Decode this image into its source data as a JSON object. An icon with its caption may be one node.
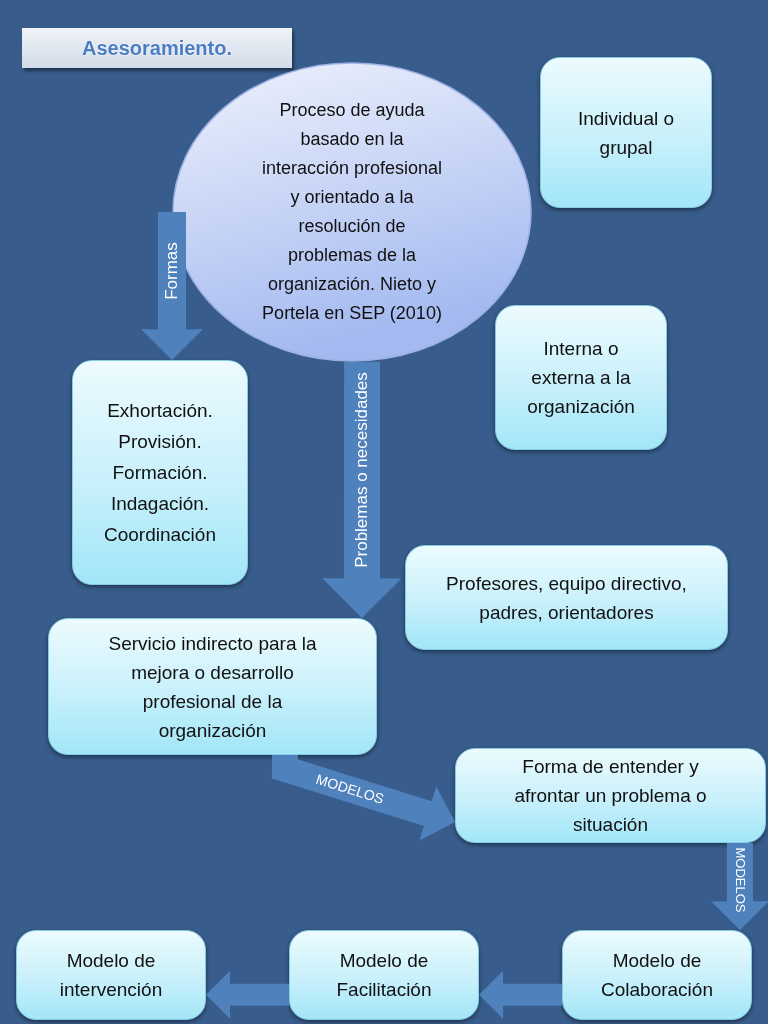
{
  "diagram": {
    "title": "Asesoramiento.",
    "nodes": [
      {
        "text": [
          "Proceso de ayuda basado en la interacción profesional y orientado a la resolución de problemas de la organización. Nieto y Portela en SEP (2010)"
        ]
      },
      {
        "text": [
          "Individual o grupal"
        ]
      },
      {
        "text": [
          "Interna o externa a la organización"
        ]
      },
      {
        "text": [
          "Exhortación.",
          "Provisión.",
          "Formación.",
          "Indagación.",
          "Coordinación"
        ]
      },
      {
        "text": [
          "Profesores, equipo directivo, padres, orientadores"
        ]
      },
      {
        "text": [
          "Servicio indirecto para la mejora o desarrollo profesional de la organización"
        ]
      },
      {
        "text": [
          "Forma de entender y afrontar un problema o situación"
        ]
      },
      {
        "text": [
          "Modelo de intervención"
        ]
      },
      {
        "text": [
          "Modelo de Facilitación"
        ]
      },
      {
        "text": [
          "Modelo de Colaboración"
        ]
      }
    ],
    "edges": [
      {
        "from": 0,
        "to": 3,
        "arrow": "to",
        "label": "Formas"
      },
      {
        "from": 0,
        "to": 5,
        "arrow": "to",
        "label": "Problemas o necesidades"
      },
      {
        "from": 5,
        "to": 6,
        "arrow": "to",
        "label": "MODELOS"
      },
      {
        "from": 6,
        "to": 9,
        "arrow": "to",
        "label": "MODELOS"
      },
      {
        "from": 9,
        "to": 8,
        "arrow": "to"
      },
      {
        "from": 8,
        "to": 7,
        "arrow": "to"
      }
    ]
  }
}
